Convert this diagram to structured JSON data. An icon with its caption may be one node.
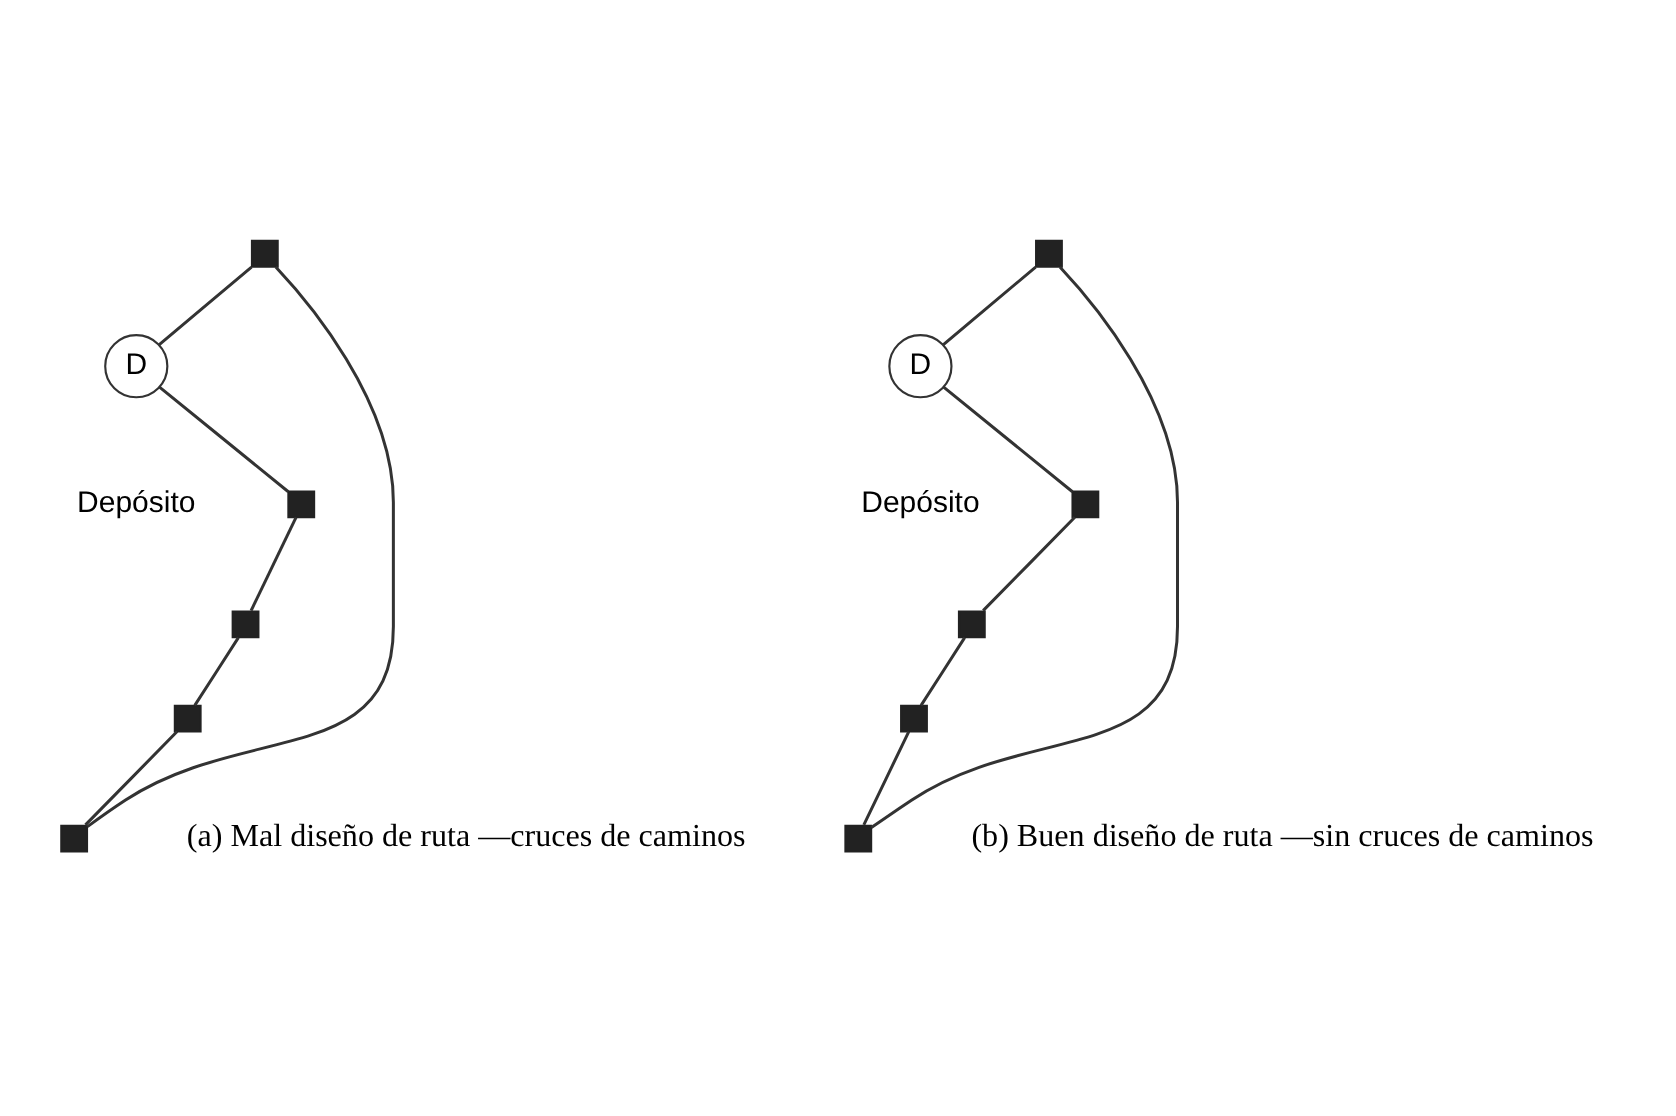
{
  "diagram": {
    "nodes": [
      {
        "text": [],
        "shape": "box"
      },
      {
        "text": [],
        "shape": "box"
      },
      {
        "text": [],
        "shape": "box"
      },
      {
        "text": [],
        "shape": "box"
      },
      {
        "text": [],
        "shape": "box"
      },
      {
        "text": [
          "D"
        ],
        "beside": [
          "Depósito"
        ]
      },
      {
        "text": [],
        "shape": "box"
      },
      {
        "text": [],
        "shape": "box"
      },
      {
        "text": [],
        "shape": "box"
      },
      {
        "text": [],
        "shape": "box"
      },
      {
        "text": [],
        "shape": "box"
      },
      {
        "text": [
          "D"
        ],
        "beside": [
          "Depósito"
        ]
      }
    ],
    "edges": [
      {
        "from": 5,
        "to": 3,
        "arrow": "none"
      },
      {
        "from": 3,
        "to": 0,
        "arrow": "none"
      },
      {
        "from": 0,
        "to": 4,
        "arrow": "none"
      },
      {
        "from": 4,
        "to": 2,
        "arrow": "none"
      },
      {
        "from": 2,
        "to": 1,
        "arrow": "none"
      },
      {
        "from": 1,
        "to": 5,
        "arrow": "none"
      },
      {
        "from": 11,
        "to": 9,
        "arrow": "none"
      },
      {
        "from": 9,
        "to": 6,
        "arrow": "none"
      },
      {
        "from": 6,
        "to": 8,
        "arrow": "none"
      },
      {
        "from": 8,
        "to": 7,
        "arrow": "none"
      },
      {
        "from": 7,
        "to": 10,
        "arrow": "none"
      },
      {
        "from": 10,
        "to": 11,
        "arrow": "none"
      }
    ],
    "labels": [
      "(a) Mal diseño de ruta —cruces de caminos",
      "(b) Buen diseño de ruta —sin cruces de caminos"
    ]
  }
}
